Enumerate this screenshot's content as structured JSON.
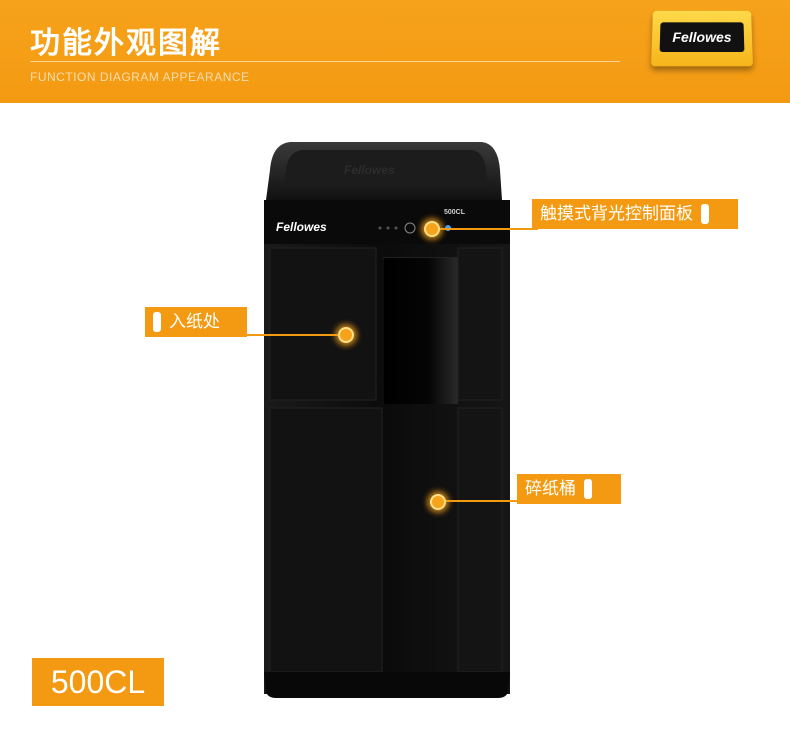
{
  "header": {
    "title": "功能外观图解",
    "subtitle": "FUNCTION DIAGRAM APPEARANCE",
    "logo_text": "Fellowes"
  },
  "product": {
    "brand_label": "Fellowes",
    "lid_brand": "Fellowes",
    "model_on_device": "500CL"
  },
  "callouts": {
    "control_panel": "触摸式背光控制面板",
    "paper_feed": "入纸处",
    "bin": "碎纸桶"
  },
  "model_badge": "500CL",
  "colors": {
    "accent": "#f39a12",
    "body": "#0d0d0d",
    "white": "#ffffff"
  }
}
